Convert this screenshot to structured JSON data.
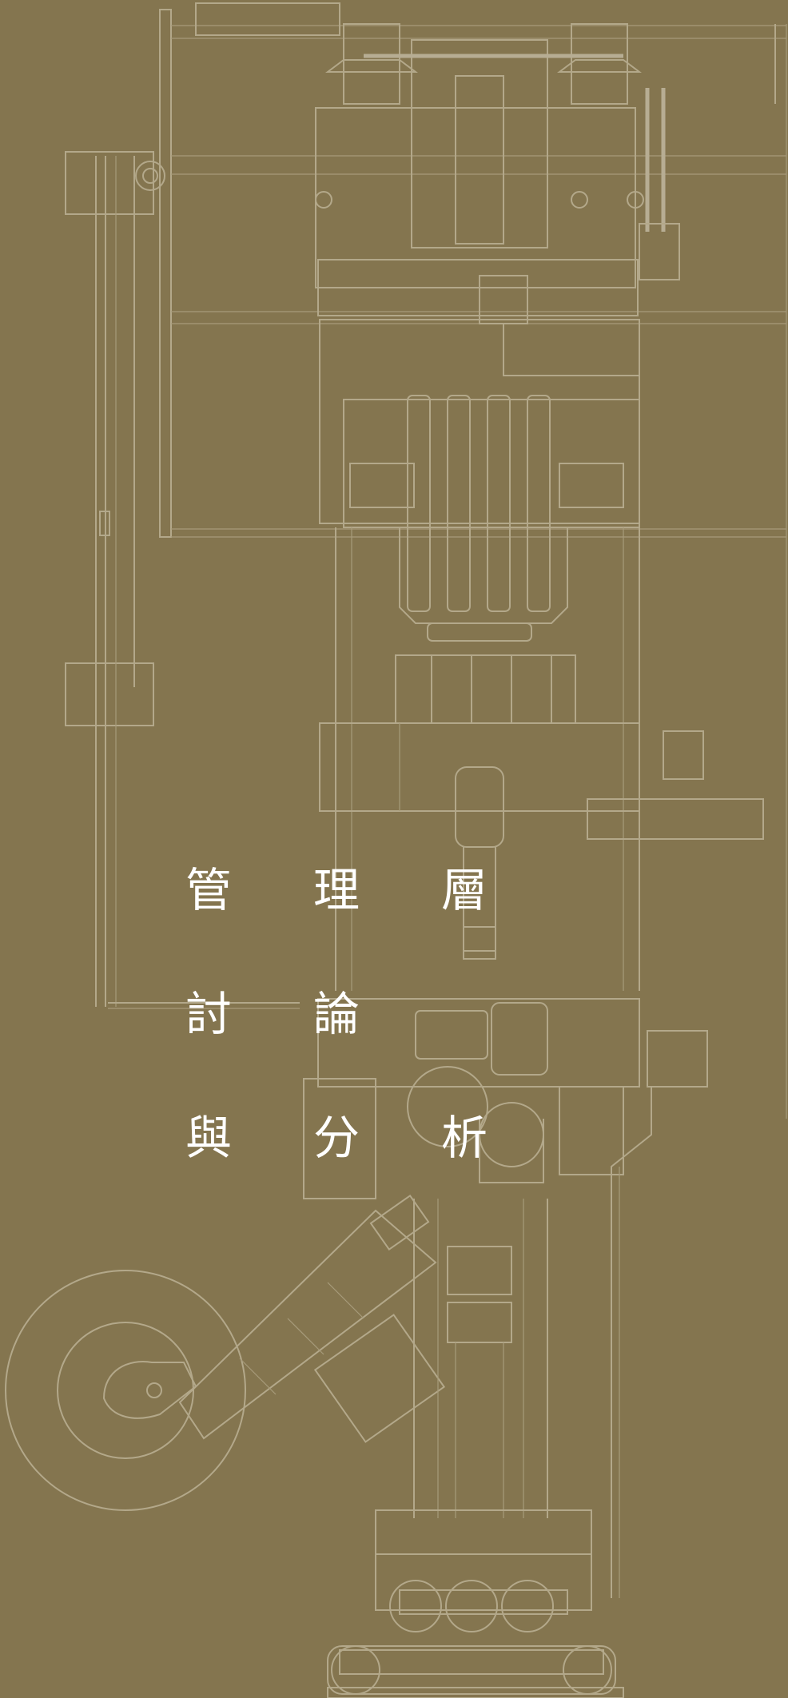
{
  "page": {
    "background_color": "#84754f",
    "line_color": "#b3a88a",
    "text_color": "#ffffff"
  },
  "title": {
    "row1": {
      "char1": "管",
      "char2": "理",
      "char3": "層"
    },
    "row2": {
      "char1": "討",
      "char2": "論"
    },
    "row3": {
      "char1": "與",
      "char2": "分",
      "char3": "析"
    }
  }
}
